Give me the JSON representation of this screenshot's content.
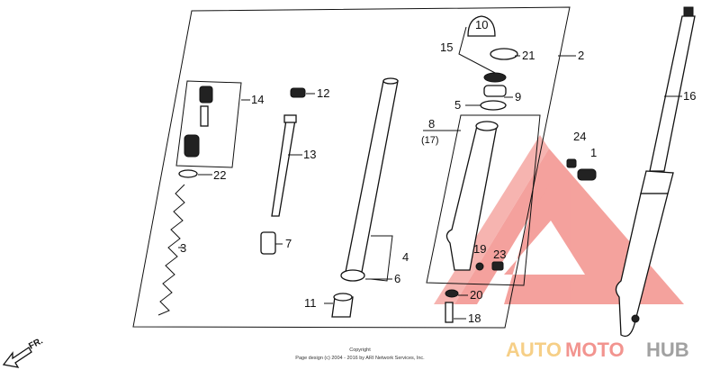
{
  "diagram": {
    "part_labels": {
      "p1": "1",
      "p2": "2",
      "p3": "3",
      "p4": "4",
      "p5": "5",
      "p6": "6",
      "p7": "7",
      "p8": "8",
      "p9": "9",
      "p10": "10",
      "p11": "11",
      "p12": "12",
      "p13": "13",
      "p14": "14",
      "p15": "15",
      "p16": "16",
      "p17": "(17)",
      "p18": "18",
      "p19": "19",
      "p20": "20",
      "p21": "21",
      "p22": "22",
      "p23": "23",
      "p24": "24"
    },
    "direction_label": "FR.",
    "copyright_title": "Copyright",
    "copyright_text": "Page design (c) 2004 - 2016 by ARI Network Services, Inc."
  },
  "watermark": {
    "part1": "AUTO",
    "part2": "MOTO",
    "part3": "HUB",
    "colors": {
      "auto": "#f5c46a",
      "moto": "#f07a74",
      "hub": "#8a8a8a",
      "triangle": "#f07a74"
    }
  }
}
